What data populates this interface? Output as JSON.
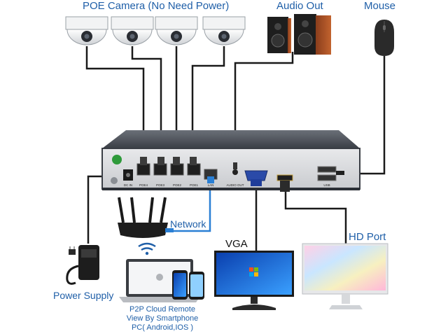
{
  "labels": {
    "poe_camera": "POE Camera (No Need Power)",
    "audio_out": "Audio Out",
    "mouse": "Mouse",
    "network": "Network",
    "vga": "VGA",
    "hd_port": "HD Port",
    "power_supply": "Power Supply",
    "p2p_line1": "P2P Cloud Remote",
    "p2p_line2": "View By Smartphone",
    "p2p_line3": "PC( Android,IOS )"
  },
  "nvr_ports": {
    "dc_in": "DC IN",
    "poe1": "POE1",
    "poe2": "POE2",
    "poe3": "POE3",
    "poe4": "POE4",
    "lan": "LAN",
    "audio_out": "AUDIO OUT",
    "usb": "USB"
  },
  "colors": {
    "label_blue": "#1f5fa8",
    "cable": "#1a1a1a",
    "network_cable": "#2a7fd4",
    "nvr_body": "#2b2f36"
  },
  "icons": [
    "dome-camera-icon",
    "speaker-icon",
    "mouse-icon",
    "router-icon",
    "wifi-icon",
    "laptop-icon",
    "smartphone-icon",
    "monitor-icon",
    "power-adapter-icon"
  ]
}
